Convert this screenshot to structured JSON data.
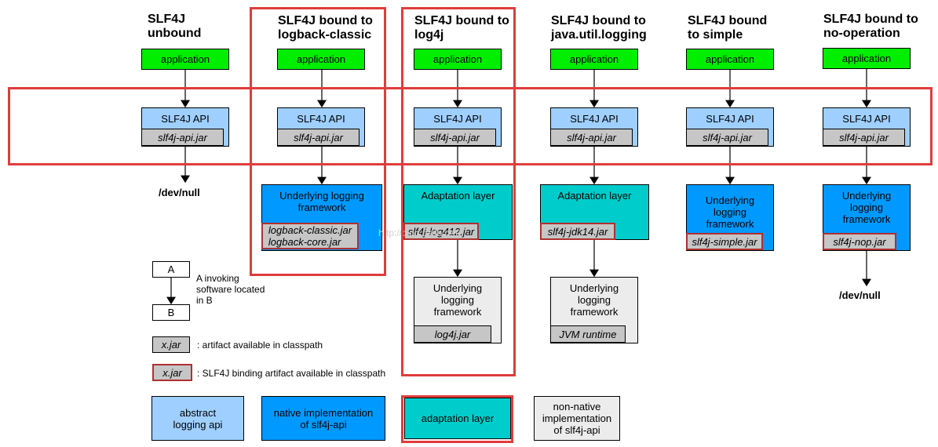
{
  "columns": [
    {
      "title": "SLF4J\nunbound",
      "app": "application",
      "api": "SLF4J API",
      "api_jar": "slf4j-api.jar",
      "dev_null": "/dev/null"
    },
    {
      "title": "SLF4J bound to\nlogback-classic",
      "app": "application",
      "api": "SLF4J API",
      "api_jar": "slf4j-api.jar",
      "impl": "Underlying logging\nframework",
      "impl_jar": "logback-classic.jar\nlogback-core.jar"
    },
    {
      "title": "SLF4J bound to\nlog4j",
      "app": "application",
      "api": "SLF4J API",
      "api_jar": "slf4j-api.jar",
      "adapt": "Adaptation layer",
      "adapt_jar": "slf4j-log412.jar",
      "impl": "Underlying\nlogging\nframework",
      "impl_jar": "log4j.jar"
    },
    {
      "title": "SLF4J bound to\njava.util.logging",
      "app": "application",
      "api": "SLF4J API",
      "api_jar": "slf4j-api.jar",
      "adapt": "Adaptation layer",
      "adapt_jar": "slf4j-jdk14.jar",
      "impl": "Underlying\nlogging\nframework",
      "impl_jar": "JVM runtime"
    },
    {
      "title": "SLF4J bound\nto simple",
      "app": "application",
      "api": "SLF4J API",
      "api_jar": "slf4j-api.jar",
      "impl": "Underlying\nlogging\nframework",
      "impl_jar": "slf4j-simple.jar"
    },
    {
      "title": "SLF4J bound to\nno-operation",
      "app": "application",
      "api": "SLF4J API",
      "api_jar": "slf4j-api.jar",
      "impl": "Underlying\nlogging\nframework",
      "impl_jar": "slf4j-nop.jar",
      "dev_null": "/dev/null"
    }
  ],
  "legend": {
    "node_a": "A",
    "node_b": "B",
    "invoke_text": "A invoking\nsoftware located\nin B",
    "artifact_jar": "x.jar",
    "artifact_text": ": artifact available in classpath",
    "binding_jar": "x.jar",
    "binding_text": ": SLF4J binding artifact available in classpath",
    "abstract": "abstract\nlogging api",
    "native": "native implementation\nof slf4j-api",
    "adaptation": "adaptation layer",
    "nonnative": "non-native\nimplementation\nof slf4j-api"
  },
  "watermark": "http://blog.csdn.net/",
  "colors": {
    "application": "#00ee00",
    "abstract_api": "#9fcfff",
    "native_impl": "#0099ff",
    "adaptation": "#00cccc",
    "non_native": "#ececec",
    "jar": "#c6c6c6",
    "highlight_frame": "#e03c3c",
    "binding_border": "#b03030"
  }
}
